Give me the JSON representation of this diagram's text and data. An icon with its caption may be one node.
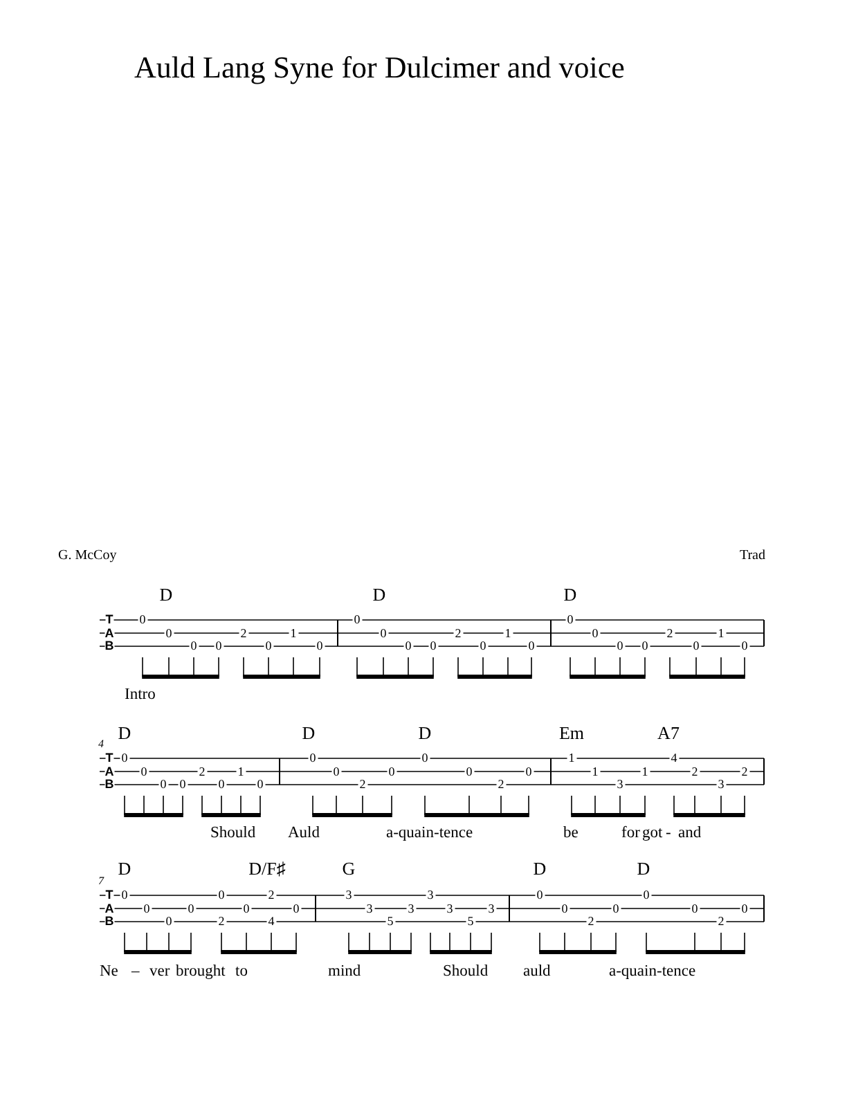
{
  "diagram": {
    "title": "Auld Lang Syne for Dulcimer and voice",
    "labels": [
      "G. McCoy",
      "Trad",
      "D",
      "D",
      "D",
      "T",
      "A",
      "B",
      "0",
      "0",
      "0",
      "0",
      "2",
      "0",
      "1",
      "0",
      "0",
      "0",
      "0",
      "0",
      "2",
      "0",
      "1",
      "0",
      "0",
      "0",
      "0",
      "0",
      "2",
      "0",
      "1",
      "0",
      "Intro",
      "4",
      "D",
      "D",
      "D",
      "Em",
      "A7",
      "T",
      "A",
      "B",
      "0",
      "0",
      "0",
      "0",
      "2",
      "0",
      "1",
      "0",
      "0",
      "0",
      "2",
      "0",
      "0",
      "0",
      "2",
      "0",
      "1",
      "1",
      "3",
      "1",
      "4",
      "2",
      "3",
      "2",
      "Should",
      "Auld",
      "a-quain-tence",
      "be",
      "for",
      "got",
      "-",
      "and",
      "7",
      "D",
      "D/F♯",
      "G",
      "D",
      "D",
      "T",
      "A",
      "B",
      "0",
      "0",
      "0",
      "0",
      "0",
      "2",
      "0",
      "2",
      "4",
      "0",
      "3",
      "3",
      "5",
      "3",
      "3",
      "3",
      "5",
      "3",
      "0",
      "0",
      "2",
      "0",
      "0",
      "0",
      "2",
      "0",
      "Ne",
      "–",
      "ver",
      "brought",
      "to",
      "mind",
      "Should",
      "auld",
      "a-quain-tence"
    ]
  }
}
